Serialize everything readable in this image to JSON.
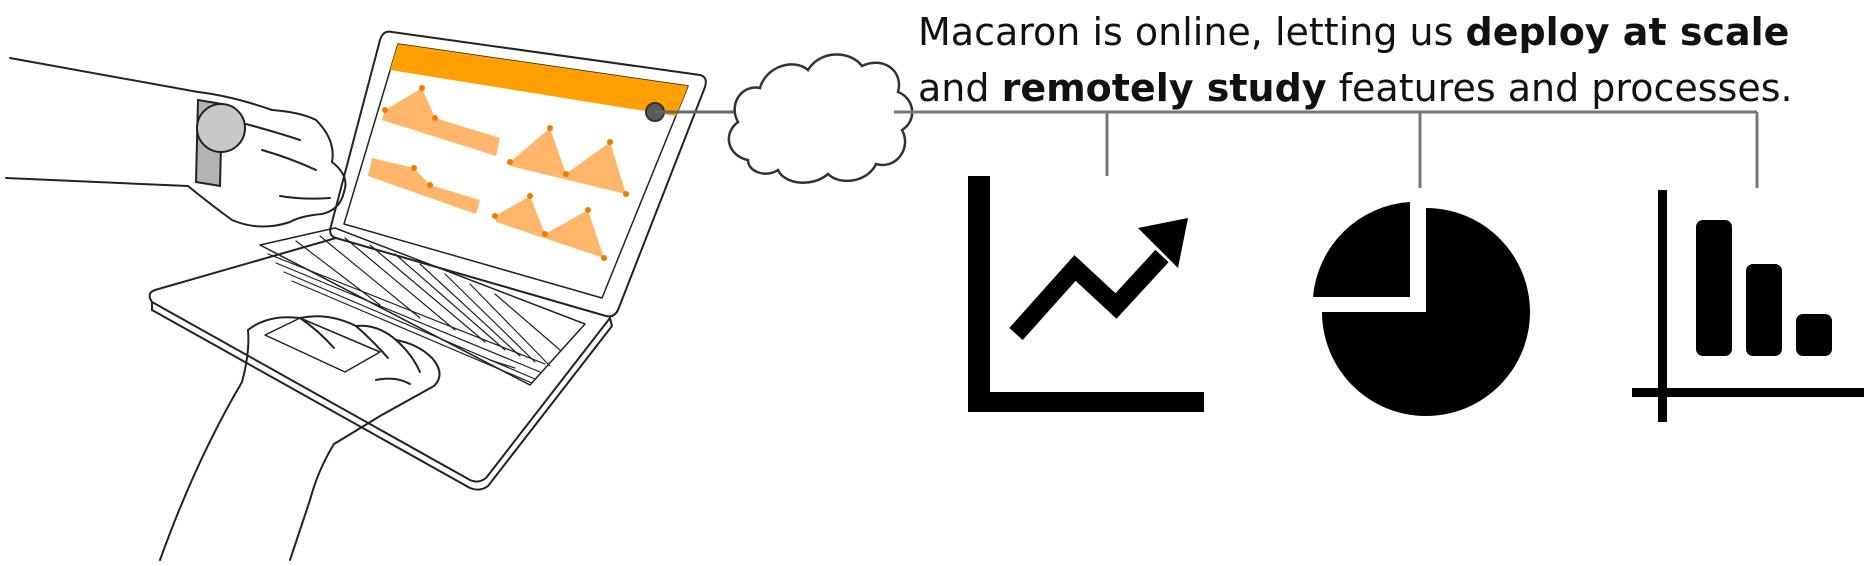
{
  "caption": {
    "part1": "Macaron is online, letting us ",
    "bold1": "deploy at scale",
    "part2": "and ",
    "bold2": "remotely study",
    "part3": " features and processes."
  },
  "icons": [
    {
      "name": "line-chart-icon"
    },
    {
      "name": "pie-chart-icon"
    },
    {
      "name": "bar-chart-icon"
    }
  ],
  "colors": {
    "accent": "#FFA000",
    "accent_light": "#FFB56A",
    "dot": "#F07A00",
    "ink": "#111111",
    "connector": "#777777"
  }
}
